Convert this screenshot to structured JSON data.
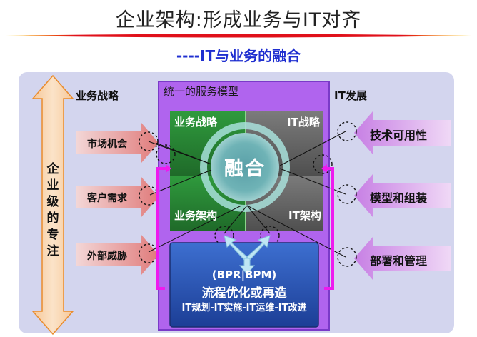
{
  "title": "企业架构:形成业务与IT对齐",
  "subtitle": "----IT与业务的融合",
  "center": {
    "title": "统一的服务模型",
    "fusion": "融合",
    "quadrants": {
      "top_left": "业务战略",
      "top_right": "IT战略",
      "bottom_left": "业务架构",
      "bottom_right": "IT架构"
    },
    "process": {
      "line1": "(BPR|BPM)",
      "line2": "流程优化或再造",
      "line3": "IT规划-IT实施-IT运维-IT改进"
    }
  },
  "left": {
    "header": "业务战略",
    "vertical_label": "企业级的专注",
    "items": [
      "市场机会",
      "客户需求",
      "外部威胁"
    ]
  },
  "right": {
    "header": "IT发展",
    "items": [
      "技术可用性",
      "模型和组装",
      "部署和管理"
    ]
  },
  "colors": {
    "title_rule_red": "#e0101a",
    "subtitle_blue": "#1f2fd0",
    "panel": "#d3d5ee",
    "center_purple": "#b064ee",
    "left_arrow": "#e89a9a",
    "right_arrow": "#d7a0ee",
    "vertical_arrow": "#f3b46d",
    "connector_magenta": "#ee1aee",
    "process_blue": "#2a54b8",
    "green_quadrant": "#2e8c3a",
    "gray_quadrant": "#6e6e6e"
  }
}
